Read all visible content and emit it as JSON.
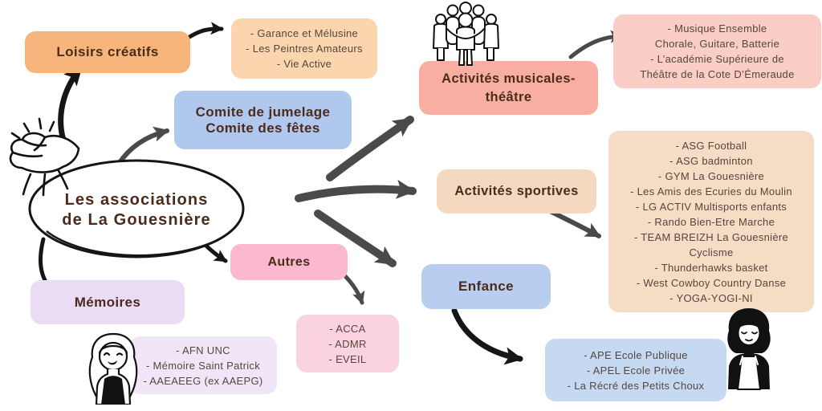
{
  "central": {
    "line1": "Les associations",
    "line2": "de La Gouesnière"
  },
  "nodes": {
    "loisirs": {
      "label": "Loisirs créatifs",
      "bg": "#f7b57b"
    },
    "comite": {
      "line1": "Comite de jumelage",
      "line2": "Comite des fêtes",
      "bg": "#b0c8ee"
    },
    "musicales": {
      "line1": "Activités musicales-",
      "line2": "théâtre",
      "bg": "#f8afa2"
    },
    "sportives": {
      "label": "Activités sportives",
      "bg": "#f4d9c0"
    },
    "autres": {
      "label": "Autres",
      "bg": "#fbb9cf"
    },
    "memoires": {
      "label": "Mémoires",
      "bg": "#ebdcf5"
    },
    "enfance": {
      "label": "Enfance",
      "bg": "#b8cdef"
    }
  },
  "lists": {
    "loisirs": {
      "bg": "#fbd5ae",
      "items": [
        "- Garance et Mélusine",
        "- Les Peintres Amateurs",
        "- Vie Active"
      ]
    },
    "musicales": {
      "bg": "#facdc5",
      "items": [
        "- Musique Ensemble",
        "Chorale, Guitare, Batterie",
        "- L’académie Supérieure de",
        "Théâtre de la Cote D’Émeraude"
      ]
    },
    "sportives": {
      "bg": "#f5dcc4",
      "items": [
        "- ASG Football",
        "- ASG badminton",
        "- GYM La Gouesnière",
        "- Les Amis des Ecuries du Moulin",
        "- LG ACTIV Multisports enfants",
        "- Rando Bien-Etre Marche",
        "- TEAM BREIZH La Gouesnière",
        "Cyclisme",
        "- Thunderhawks basket",
        "- West Cowboy Country Danse",
        "- YOGA-YOGI-NI"
      ]
    },
    "autres": {
      "bg": "#fbd2df",
      "items": [
        "- ACCA",
        "- ADMR",
        "- EVEIL"
      ]
    },
    "memoires": {
      "bg": "#f1e6f8",
      "items": [
        "- AFN UNC",
        "- Mémoire Saint Patrick",
        "- AAEAEEG (ex AAEPG)"
      ]
    },
    "enfance": {
      "bg": "#c6d9f3",
      "items": [
        "- APE Ecole Publique",
        "- APEL Ecole Privée",
        "- La Récré des Petits Choux"
      ]
    }
  },
  "icons": {
    "hands": "hands-together-icon",
    "huddle": "group-huddle-icon",
    "girl": "girl-winking-icon",
    "woman": "woman-apron-icon"
  },
  "colors": {
    "heading_text": "#4b2b1b",
    "list_text": "#55463f",
    "arrow_black": "#161616",
    "arrow_gray": "#4a4a4a",
    "outline": "#151515"
  }
}
